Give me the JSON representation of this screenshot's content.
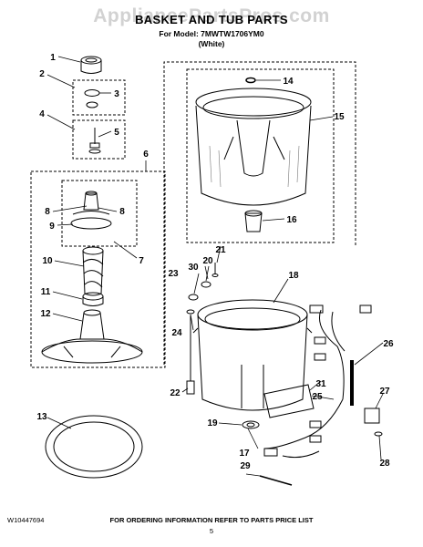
{
  "watermark": "AppliancePartsPros.com",
  "header": {
    "title": "BASKET AND TUB PARTS",
    "model_line": "For Model: 7MWTW1706YM0",
    "color_line": "(White)"
  },
  "callouts": [
    "1",
    "2",
    "3",
    "4",
    "5",
    "6",
    "7",
    "8",
    "8",
    "9",
    "10",
    "11",
    "12",
    "13",
    "14",
    "15",
    "16",
    "17",
    "18",
    "19",
    "20",
    "21",
    "22",
    "23",
    "24",
    "25",
    "26",
    "27",
    "28",
    "29",
    "30",
    "31"
  ],
  "footer": {
    "doc_number": "W10447694",
    "ordering_note": "FOR ORDERING INFORMATION REFER TO PARTS PRICE LIST",
    "page_number": "5"
  }
}
